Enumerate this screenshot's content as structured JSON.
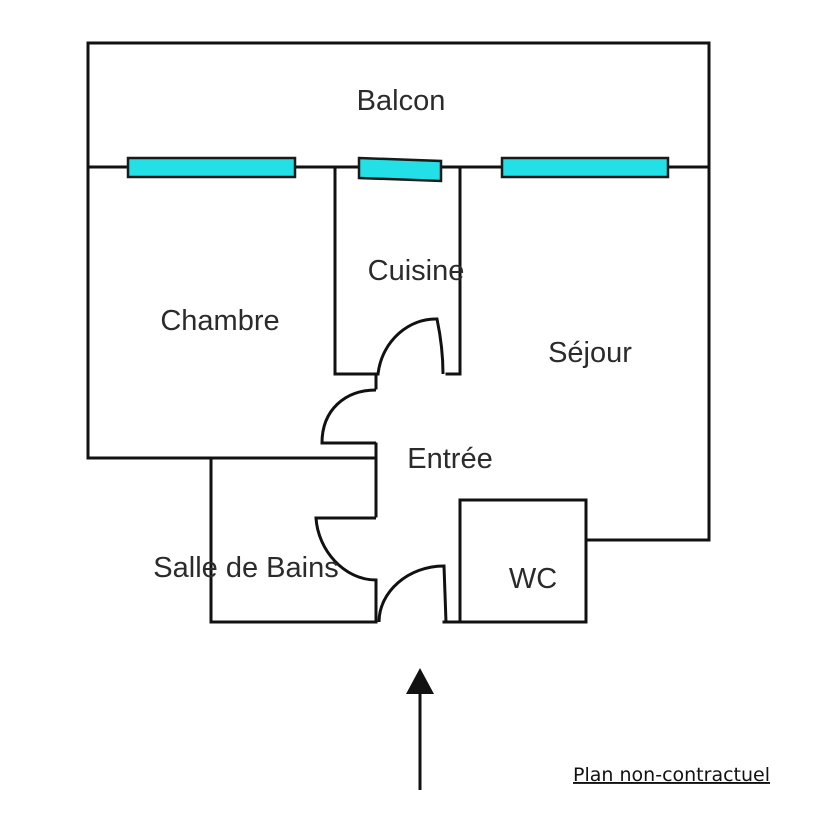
{
  "rooms": {
    "balcon": "Balcon",
    "cuisine": "Cuisine",
    "chambre": "Chambre",
    "sejour": "Séjour",
    "entree": "Entrée",
    "salle_de_bains": "Salle de Bains",
    "wc": "WC"
  },
  "note": "Plan non-contractuel",
  "colors": {
    "window": "#22e0e6",
    "wall": "#111111"
  },
  "icons": {
    "entrance": "arrow-up-icon"
  }
}
